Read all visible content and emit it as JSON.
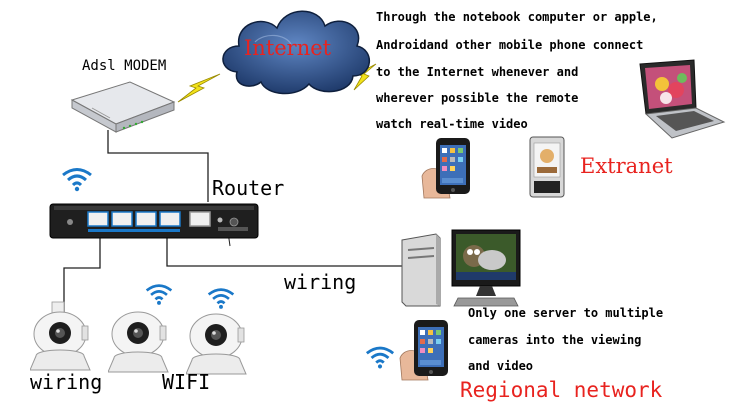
{
  "labels": {
    "modem": "Adsl MODEM",
    "internet": "Internet",
    "router": "Router",
    "wiring_top": "wiring",
    "wiring_bottom": "wiring",
    "wifi": "WIFI",
    "extranet": "Extranet",
    "regional": "Regional network"
  },
  "description_lines": [
    "Through the notebook computer or apple,",
    "Androidand other mobile phone connect",
    "to the Internet whenever and",
    "wherever possible the remote",
    "watch real-time video"
  ],
  "regional_lines": [
    "Only one server to multiple",
    "cameras into the viewing",
    "and video"
  ],
  "colors": {
    "red_text": "#e8231f",
    "cloud": "#2f5a95",
    "wifi_blue": "#1a78c8",
    "lightning": "#f2e21b"
  },
  "icons": [
    "cloud-icon",
    "modem-icon",
    "router-icon",
    "laptop-icon",
    "smartphone-icon",
    "desktop-pc-icon",
    "ip-camera-icon",
    "wifi-icon",
    "lightning-icon"
  ]
}
